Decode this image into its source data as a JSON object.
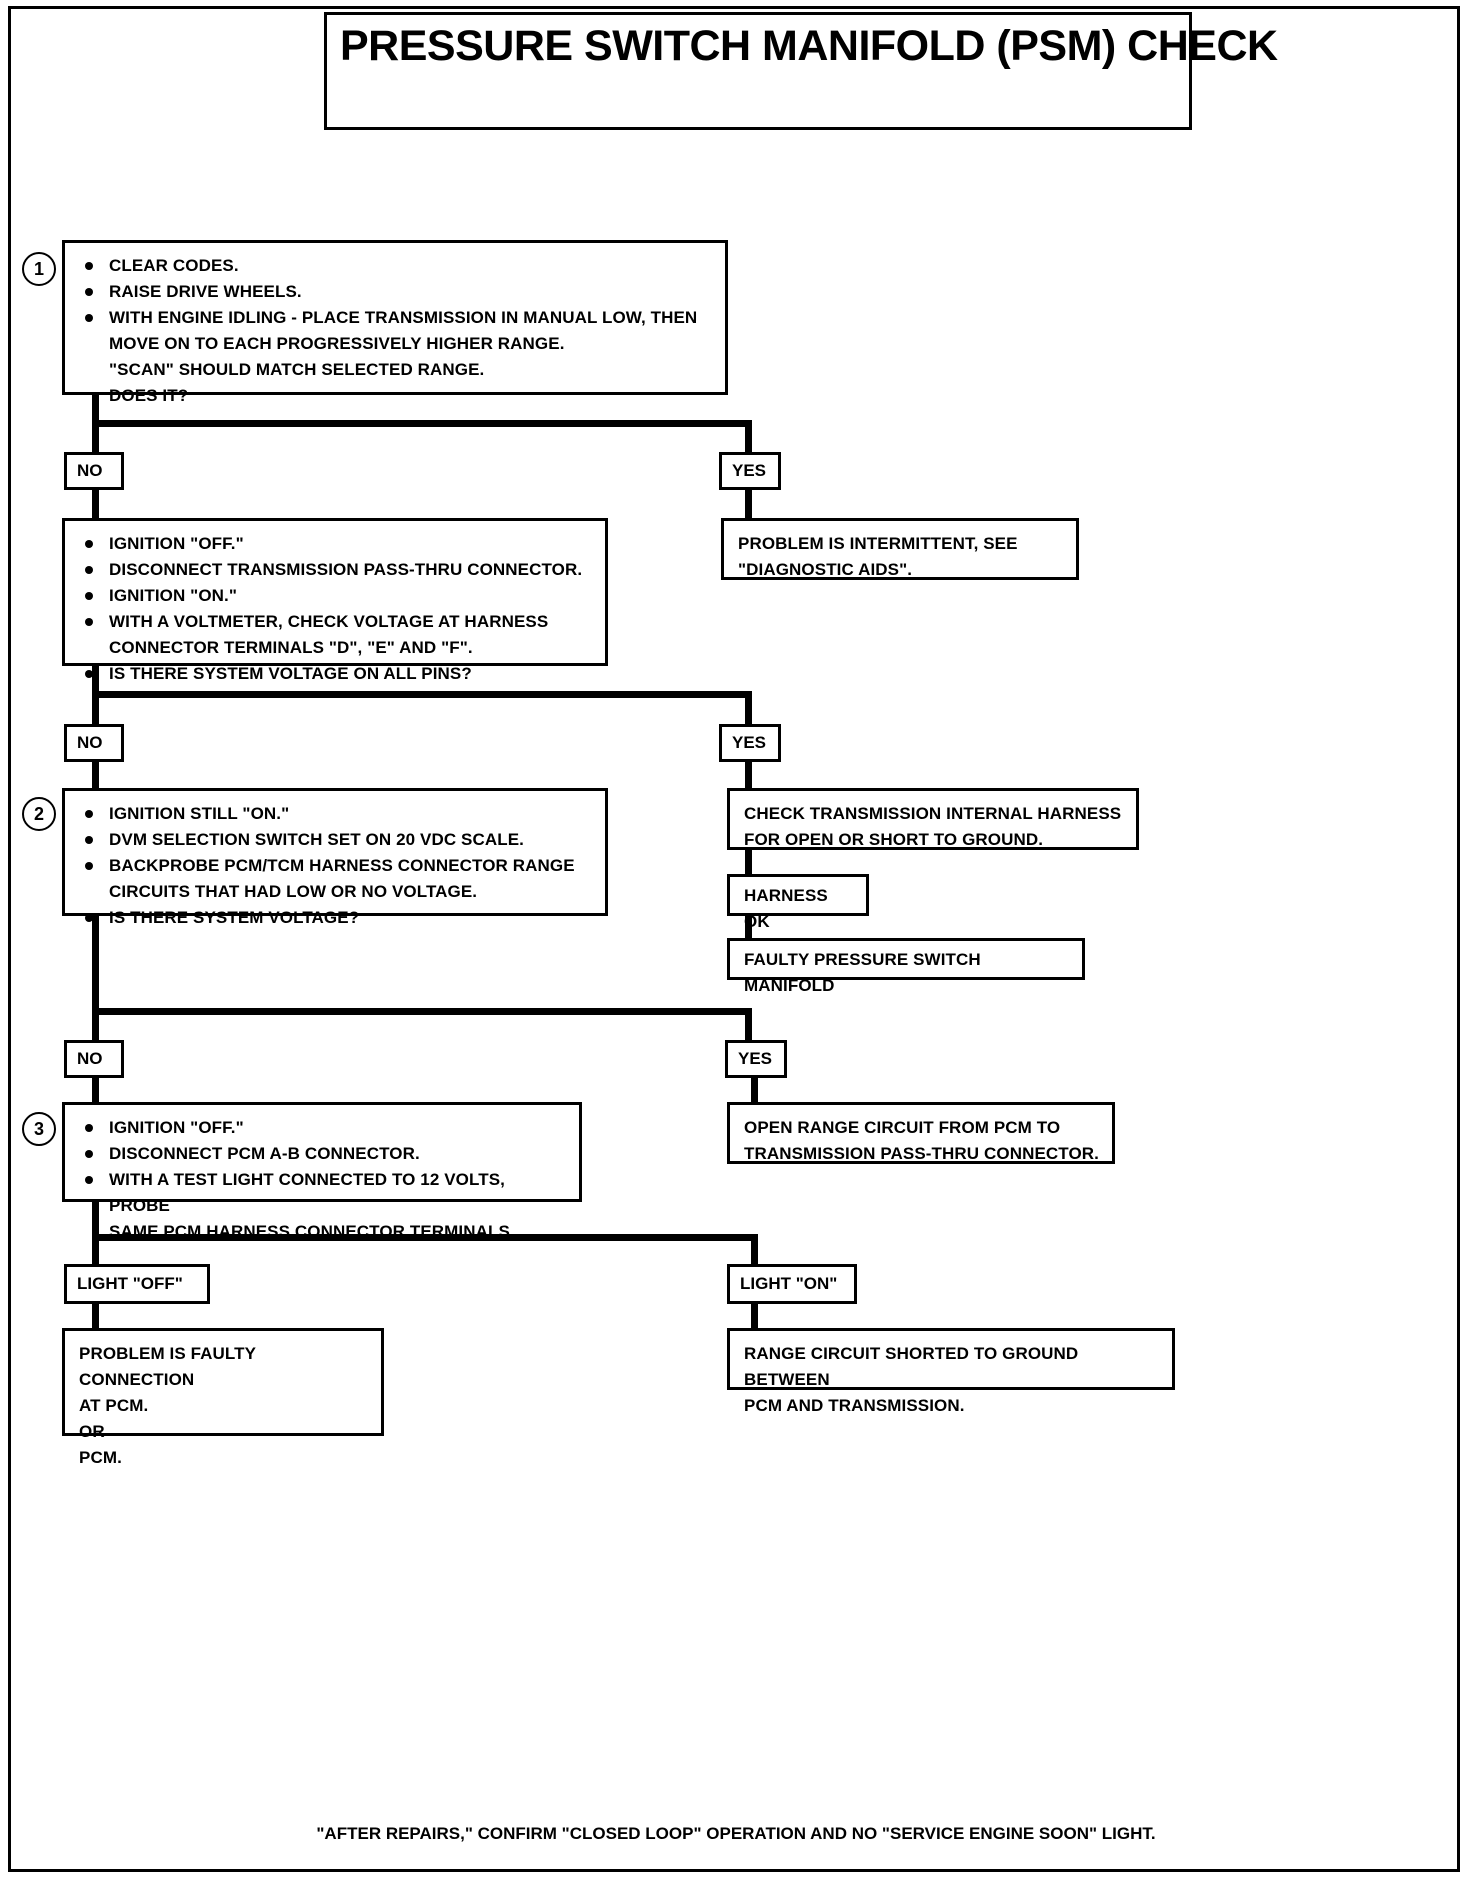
{
  "document": {
    "title": "PRESSURE SWITCH MANIFOLD (PSM) CHECK",
    "footer_note": "\"AFTER REPAIRS,\" CONFIRM \"CLOSED LOOP\" OPERATION AND NO \"SERVICE ENGINE SOON\" LIGHT."
  },
  "steps": {
    "step1": {
      "number": "1",
      "bullets": [
        "CLEAR CODES.",
        "RAISE DRIVE WHEELS.",
        "WITH ENGINE IDLING - PLACE TRANSMISSION IN MANUAL LOW, THEN\nMOVE ON TO EACH PROGRESSIVELY HIGHER RANGE.\n\"SCAN\" SHOULD MATCH SELECTED RANGE.\nDOES IT?"
      ]
    },
    "step1_no": {
      "label": "NO",
      "bullets": [
        "IGNITION \"OFF.\"",
        "DISCONNECT TRANSMISSION PASS-THRU CONNECTOR.",
        "IGNITION \"ON.\"",
        "WITH A VOLTMETER, CHECK VOLTAGE AT HARNESS\nCONNECTOR TERMINALS \"D\", \"E\" AND \"F\".",
        "IS THERE SYSTEM VOLTAGE ON ALL PINS?"
      ]
    },
    "step1_yes": {
      "label": "YES",
      "text": "PROBLEM IS INTERMITTENT, SEE\n\"DIAGNOSTIC AIDS\"."
    },
    "step2": {
      "number": "2",
      "label_no": "NO",
      "bullets": [
        "IGNITION STILL \"ON.\"",
        "DVM SELECTION SWITCH SET ON 20 VDC SCALE.",
        "BACKPROBE PCM/TCM HARNESS CONNECTOR RANGE\nCIRCUITS THAT HAD LOW OR NO VOLTAGE.",
        "IS THERE SYSTEM VOLTAGE?"
      ]
    },
    "step2_yes": {
      "label": "YES",
      "text": "CHECK TRANSMISSION INTERNAL HARNESS\nFOR OPEN OR SHORT TO GROUND.",
      "harness_ok": "HARNESS OK",
      "faulty_psm": "FAULTY PRESSURE SWITCH MANIFOLD"
    },
    "step3": {
      "number": "3",
      "label_no": "NO",
      "bullets": [
        "IGNITION \"OFF.\"",
        "DISCONNECT PCM A-B CONNECTOR.",
        "WITH A TEST LIGHT CONNECTED TO 12 VOLTS, PROBE\nSAME PCM HARNESS CONNECTOR TERMINALS."
      ]
    },
    "step3_yes": {
      "label": "YES",
      "text": "OPEN RANGE CIRCUIT FROM PCM TO\nTRANSMISSION PASS-THRU CONNECTOR."
    },
    "light_off": {
      "label": "LIGHT \"OFF\"",
      "text": "PROBLEM IS FAULTY CONNECTION\nAT PCM.\nOR\nPCM."
    },
    "light_on": {
      "label": "LIGHT \"ON\"",
      "text": "RANGE CIRCUIT SHORTED TO GROUND BETWEEN\nPCM AND TRANSMISSION."
    }
  }
}
